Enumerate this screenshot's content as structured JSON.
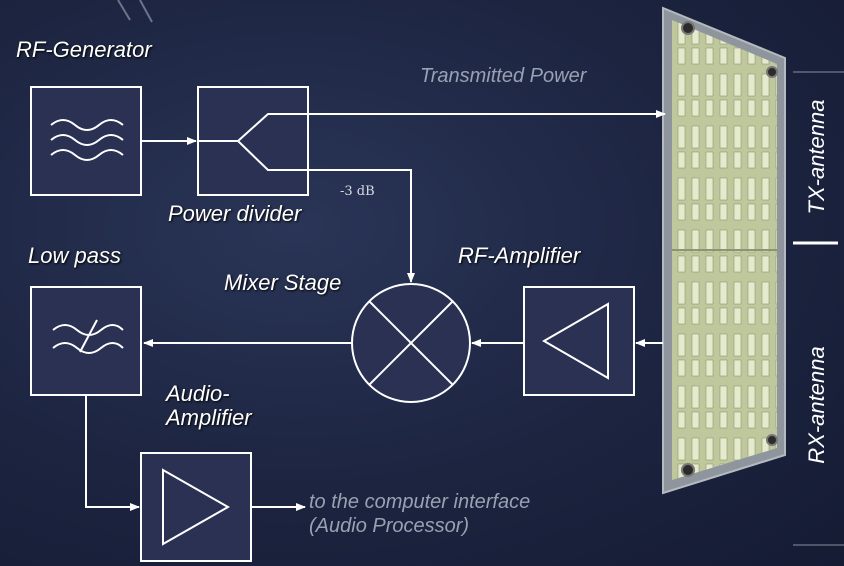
{
  "labels": {
    "rf_generator": "RF-Generator",
    "transmitted_power": "Transmitted Power",
    "power_divider": "Power divider",
    "minus_3db": "-3 dB",
    "low_pass": "Low pass",
    "mixer_stage": "Mixer Stage",
    "rf_amplifier": "RF-Amplifier",
    "audio_amplifier": "Audio-\nAmplifier",
    "computer_interface": "to the computer interface\n(Audio Processor)",
    "tx_antenna": "TX-antenna",
    "rx_antenna": "RX-antenna"
  },
  "colors": {
    "background": "#1c2440",
    "block_fill": "#2a3152",
    "stroke": "#ffffff",
    "secondary_text": "#9aa1b3",
    "antenna_board": "#c9d1a8",
    "antenna_frame": "#9ea3a8"
  }
}
